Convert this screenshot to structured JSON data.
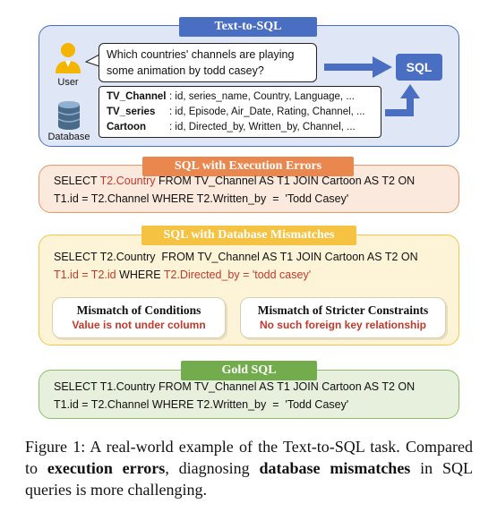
{
  "text_to_sql": {
    "header": "Text-to-SQL",
    "user_label": "User",
    "database_label": "Database",
    "question_line1": "Which countries' channels are playing",
    "question_line2": "some animation by todd casey?",
    "sql_button": "SQL",
    "schema": [
      {
        "table": "TV_Channel",
        "columns": ": id, series_name, Country, Language, ..."
      },
      {
        "table": "TV_series",
        "columns": ": id, Episode, Air_Date, Rating, Channel, ..."
      },
      {
        "table": "Cartoon",
        "columns": ": id, Directed_by, Written_by, Channel, ..."
      }
    ],
    "colors": {
      "border": "#4a6fc2",
      "fill": "#dfe6f5"
    }
  },
  "execution_errors": {
    "header": "SQL with Execution Errors",
    "line1_a": "SELECT ",
    "line1_err": "T2.Country",
    "line1_b": " FROM TV_Channel AS T1 JOIN Cartoon AS T2 ON",
    "line2": "T1.id = T2.Channel WHERE T2.Written_by  =  'Todd Casey'",
    "colors": {
      "border": "#e6986a",
      "fill": "#fbe9dd"
    }
  },
  "database_mismatches": {
    "header": "SQL with Database Mismatches",
    "line1": "SELECT T2.Country  FROM TV_Channel AS T1 JOIN Cartoon AS T2 ON",
    "line2_err1": "T1.id = T2.id",
    "line2_mid": " WHERE ",
    "line2_err2": "T2.Directed_by = 'todd casey'",
    "card_left_title": "Mismatch of Conditions",
    "card_left_sub": "Value is not under column",
    "card_right_title": "Mismatch of Stricter Constraints",
    "card_right_sub": "No such foreign key relationship",
    "colors": {
      "border": "#f2c74a",
      "fill": "#fdf4d8"
    }
  },
  "gold_sql": {
    "header": "Gold SQL",
    "line1": "SELECT T1.Country FROM TV_Channel AS T1 JOIN Cartoon AS T2 ON",
    "line2": "T1.id = T2.Channel WHERE T2.Written_by  =  'Todd Casey'",
    "colors": {
      "border": "#8cbf6a",
      "fill": "#e6f0dc"
    }
  },
  "caption": {
    "p1": "Figure 1: A real-world example of the Text-to-SQL task. Compared to ",
    "b1": "execution errors",
    "p2": ", diagnosing ",
    "b2": "database mismatches",
    "p3": " in SQL queries is more challenging."
  }
}
